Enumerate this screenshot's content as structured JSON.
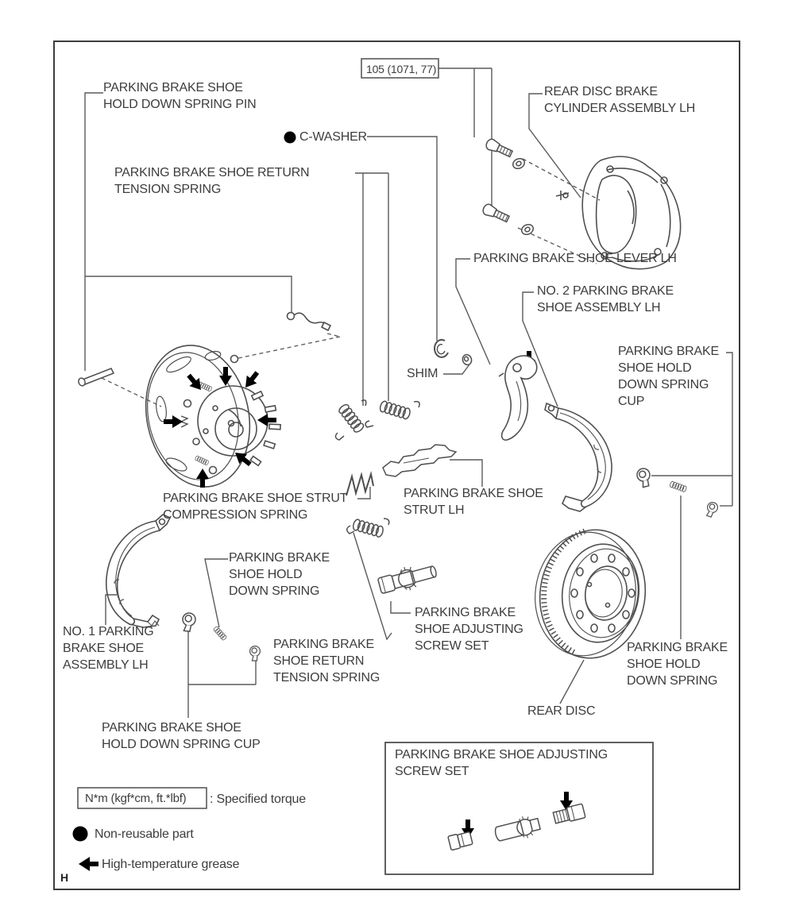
{
  "labels": {
    "hold_down_spring_pin": "PARKING BRAKE SHOE\nHOLD DOWN SPRING PIN",
    "c_washer": "C-WASHER",
    "return_tension_spring_top": "PARKING BRAKE SHOE RETURN\nTENSION SPRING",
    "torque_value": "105 (1071, 77)",
    "rear_disc_brake_cylinder_assembly": "REAR DISC BRAKE\nCYLINDER ASSEMBLY LH",
    "parking_brake_shoe_lever": "PARKING BRAKE SHOE LEVER LH",
    "no2_shoe_assembly": "NO. 2 PARKING BRAKE\nSHOE ASSEMBLY LH",
    "shim": "SHIM",
    "hold_down_spring_cup_right": "PARKING BRAKE\nSHOE HOLD\nDOWN SPRING\nCUP",
    "strut_compression_spring": "PARKING BRAKE SHOE STRUT\nCOMPRESSION SPRING",
    "strut_lh": "PARKING BRAKE SHOE\nSTRUT LH",
    "no1_shoe_assembly": "NO. 1 PARKING\nBRAKE SHOE\nASSEMBLY LH",
    "hold_down_spring_left": "PARKING BRAKE\nSHOE HOLD\nDOWN SPRING",
    "adjusting_screw_set": "PARKING BRAKE\nSHOE ADJUSTING\nSCREW SET",
    "return_tension_spring_bottom": "PARKING BRAKE\nSHOE RETURN\nTENSION SPRING",
    "hold_down_spring_cup_bottom": "PARKING BRAKE SHOE\nHOLD DOWN SPRING CUP",
    "rear_disc": "REAR DISC",
    "hold_down_spring_right": "PARKING BRAKE\nSHOE HOLD\nDOWN SPRING",
    "inset_title": "PARKING BRAKE SHOE ADJUSTING\nSCREW SET"
  },
  "legend": {
    "torque_symbol": "N*m (kgf*cm, ft.*lbf)",
    "torque_meaning": ": Specified torque",
    "non_reusable": "Non-reusable part",
    "grease": "High-temperature grease"
  },
  "page_marker": "H",
  "colors": {
    "line": "#4f4f4f",
    "text": "#3d3d3d",
    "arrow": "#000000"
  }
}
